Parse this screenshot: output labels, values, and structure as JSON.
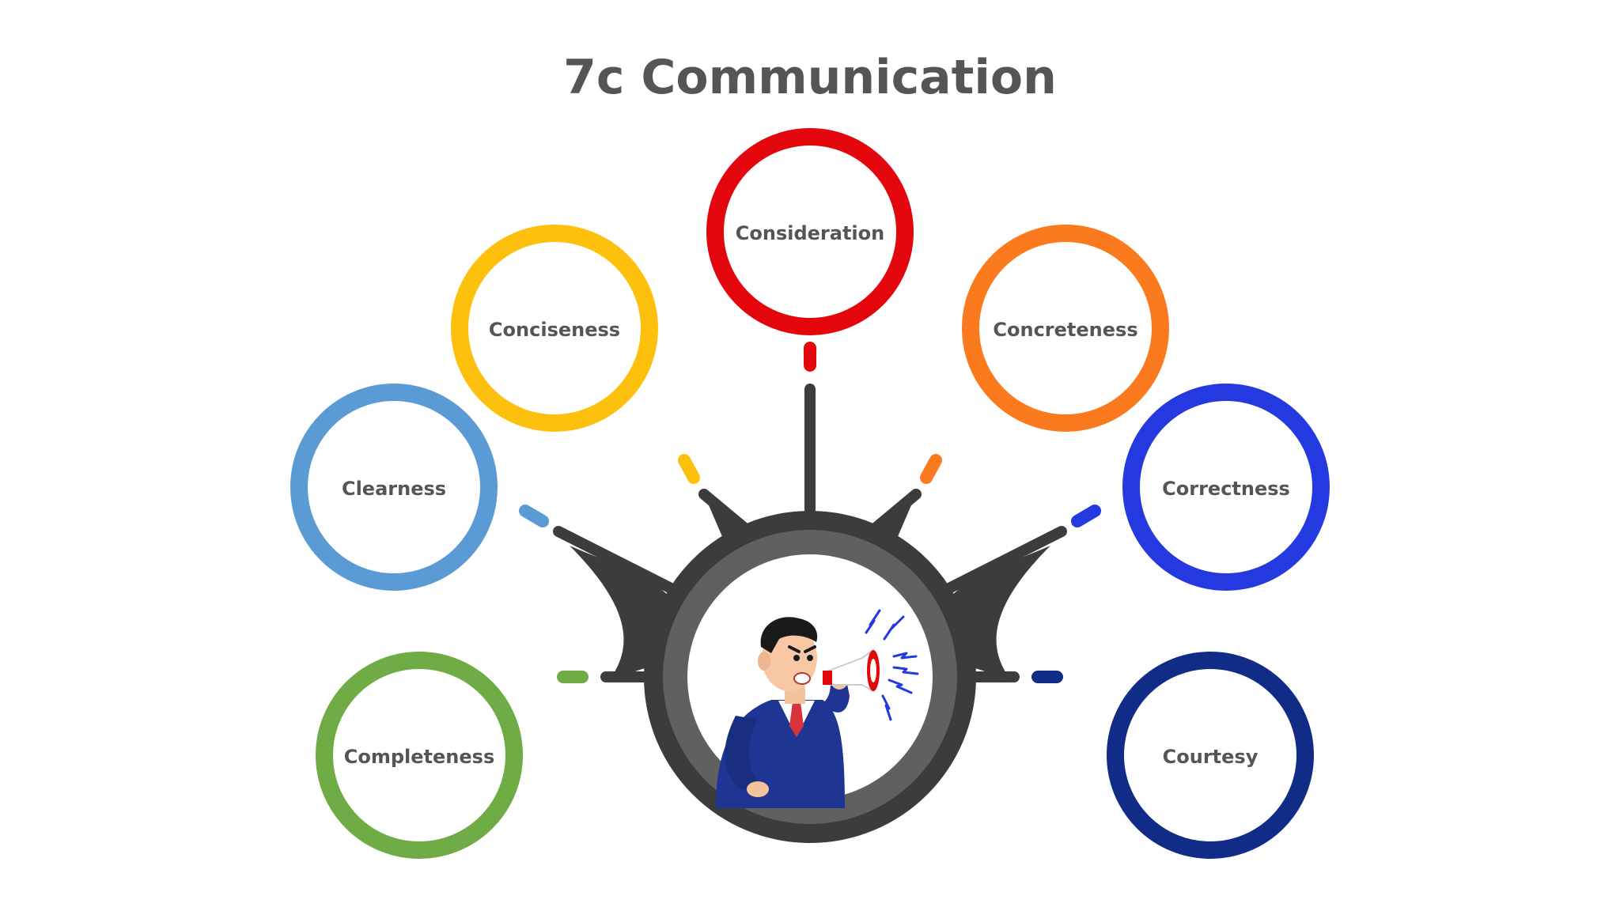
{
  "title": "7c Communication",
  "nodes": [
    {
      "id": "consideration",
      "label": "Consideration",
      "color": "#e3060d"
    },
    {
      "id": "conciseness",
      "label": "Conciseness",
      "color": "#fdc00c"
    },
    {
      "id": "concreteness",
      "label": "Concreteness",
      "color": "#fc7a1e"
    },
    {
      "id": "clearness",
      "label": "Clearness",
      "color": "#5b9bd5"
    },
    {
      "id": "correctness",
      "label": "Correctness",
      "color": "#2539e0"
    },
    {
      "id": "completeness",
      "label": "Completeness",
      "color": "#6fac46"
    },
    {
      "id": "courtesy",
      "label": "Courtesy",
      "color": "#112c86"
    }
  ],
  "hub": {
    "outer_color": "#3c3c3c",
    "ring_color": "#606060",
    "inner_color": "#ffffff",
    "illustration": "businessman-with-megaphone-icon"
  }
}
